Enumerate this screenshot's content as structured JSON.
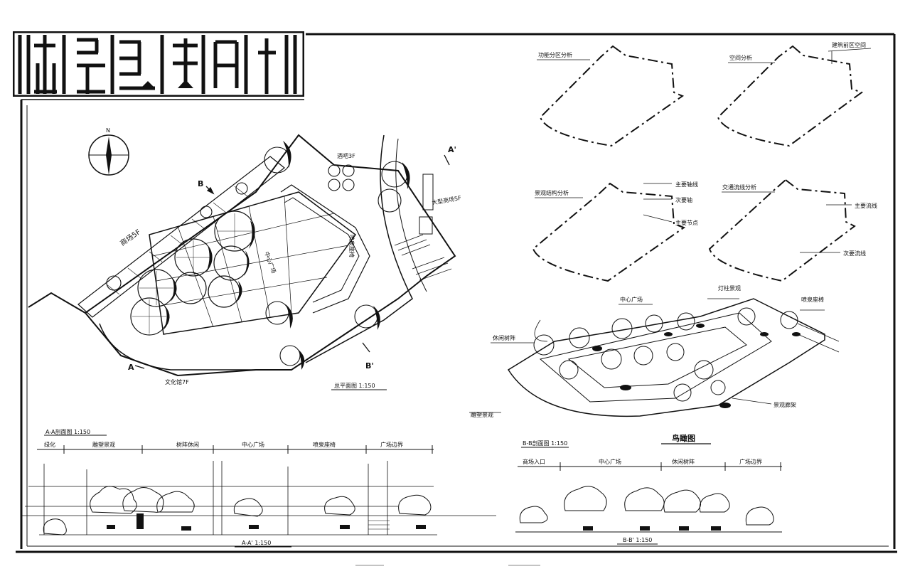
{
  "plan": {
    "north": "N",
    "label_west": "商场5F",
    "label_top": "酒吧3F",
    "label_right": "大型商场5F",
    "label_bottom": "文化馆7F",
    "label_seat": "喷泉座椅",
    "label_center": "中心广场",
    "section_a": "A",
    "section_a2": "A'",
    "section_b": "B",
    "section_b2": "B'",
    "caption": "总平面图 1:150"
  },
  "analysis": {
    "d1_title": "功能分区分析",
    "d2_title": "空间分析",
    "d2_note": "建筑前区空间",
    "d3_title": "景观结构分析",
    "d3_a": "主要轴线",
    "d3_b": "次要轴",
    "d3_c": "主要节点",
    "d4_title": "交通流线分析",
    "d4_a": "主要流线",
    "d4_b": "次要流线"
  },
  "aerial": {
    "l1": "休闲树阵",
    "l2": "中心广场",
    "l3": "灯柱景观",
    "l4": "喷泉座椅",
    "l5": "雕塑景观",
    "l6": "景观廊架",
    "caption": "鸟瞰图"
  },
  "section_aa": {
    "title": "A-A剖面图 1:150",
    "z1": "绿化",
    "z2": "雕塑景观",
    "z3": "树阵休闲",
    "z4": "中心广场",
    "z5": "喷泉座椅",
    "z6": "广场边界",
    "caption": "A-A' 1:150"
  },
  "section_bb": {
    "title": "B-B剖面图 1:150",
    "z1": "商场入口",
    "z2": "中心广场",
    "z3": "休闲树阵",
    "z4": "广场边界",
    "caption": "B-B' 1:150"
  }
}
